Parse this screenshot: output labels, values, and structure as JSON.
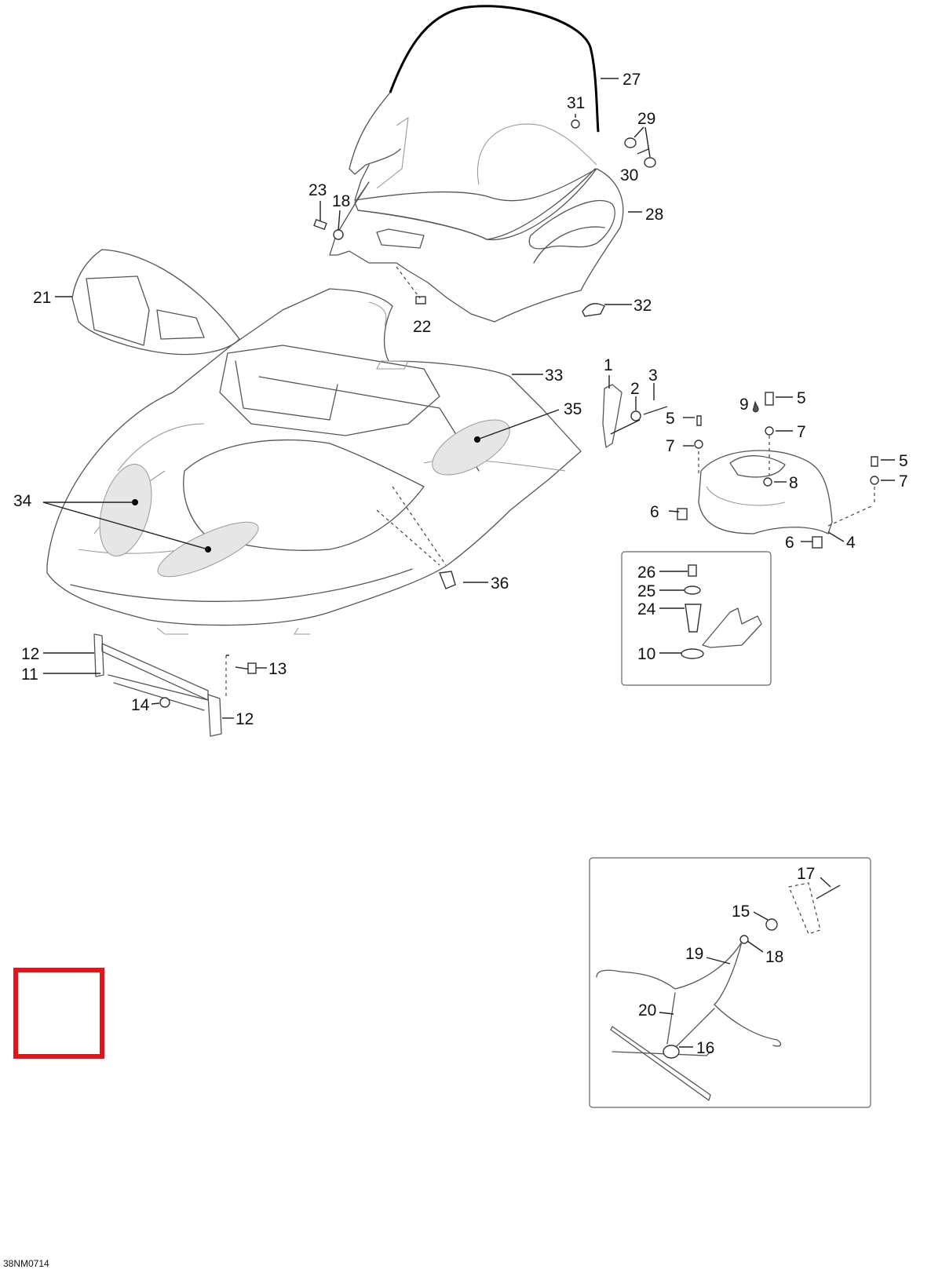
{
  "diagram": {
    "callouts": {
      "c1": "1",
      "c2": "2",
      "c3": "3",
      "c4": "4",
      "c5a": "5",
      "c5b": "5",
      "c5c": "5",
      "c6a": "6",
      "c6b": "6",
      "c7a": "7",
      "c7b": "7",
      "c7c": "7",
      "c8": "8",
      "c9": "9",
      "c10": "10",
      "c11": "11",
      "c12a": "12",
      "c12b": "12",
      "c13": "13",
      "c14": "14",
      "c15": "15",
      "c16": "16",
      "c17": "17",
      "c18a": "18",
      "c18b": "18",
      "c19": "19",
      "c20": "20",
      "c21": "21",
      "c22": "22",
      "c23": "23",
      "c24": "24",
      "c25": "25",
      "c26": "26",
      "c27": "27",
      "c28": "28",
      "c29": "29",
      "c30": "30",
      "c31": "31",
      "c32": "32",
      "c33": "33",
      "c34": "34",
      "c35": "35",
      "c36": "36"
    },
    "figure_code": "38NM0714",
    "accent_color": "#e3151a"
  }
}
